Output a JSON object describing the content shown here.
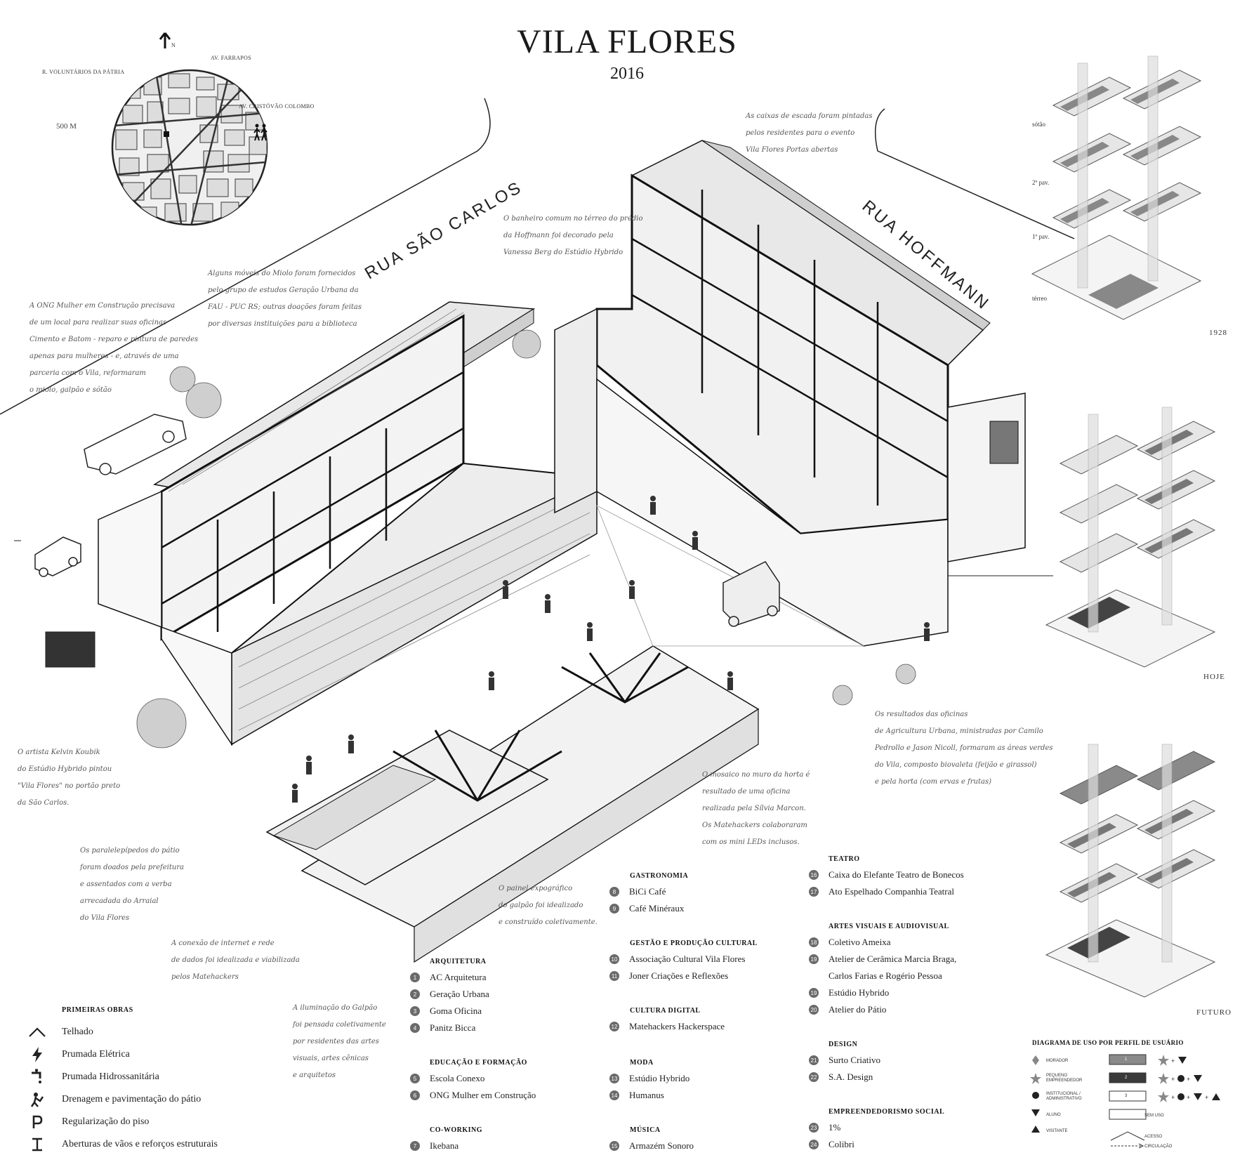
{
  "header": {
    "title": "VILA FLORES",
    "year": "2016"
  },
  "map": {
    "north": "N",
    "scale": "500 M",
    "labels": {
      "rua_voluntarios": "R. VOLUNTÁRIOS DA PÁTRIA",
      "av_farrapos": "AV. FARRAPOS",
      "av_cristovao": "AV. CRISTÓVÃO COLOMBO"
    }
  },
  "streets": {
    "sao_carlos": "RUA SÃO CARLOS",
    "hoffmann": "RUA HOFFMANN"
  },
  "notes": {
    "escada": "As caixas de escada foram pintadas\npelos residentes para o evento\nVila Flores Portas abertas",
    "banheiro": "O banheiro comum no térreo do prédio\nda Hoffmann foi decorado pela\nVanessa Berg do Estúdio Hybrido",
    "moveis": "Alguns móveis do Miolo foram fornecidos\npelo grupo de estudos Geração Urbana da\nFAU - PUC RS; outras doações foram feitas\npor diversas instituições para a biblioteca",
    "ong": "A ONG Mulher em Construção precisava\nde um local para realizar suas oficinas\nCimento e Batom - reparo e pintura de paredes\napenas para mulheres - e, através de uma\nparceria com o Vila, reformaram\no miolo, galpão e sótão",
    "artista": "O artista Kelvin Koubik\ndo Estúdio Hybrido pintou\n\"Vila Flores\" no portão preto\nda São Carlos.",
    "paralelepipedos": "Os paralelepípedos do pátio\nforam doados pela prefeitura\ne assentados com a verba\narrecadada do Arraial\n do Vila Flores",
    "internet": "A conexão de internet e rede\nde dados foi idealizada e viabilizada\npelos Matehackers",
    "iluminacao": "A iluminação do Galpão\nfoi pensada coletivamente\npor residentes das artes\nvisuais, artes cênicas\ne arquitetos",
    "painel": "O painel expográfico\ndo galpão foi idealizado\ne construído coletivamente.",
    "mosaico": "O mosaico no muro da horta é\nresultado de uma oficina\nrealizada pela Sílvia Marcon.\nOs Matehackers colaboraram\ncom os mini LEDs inclusos.",
    "agricultura": "Os resultados das oficinas\nde Agricultura Urbana, ministradas por Camilo\nPedrollo e Jason Nicoll, formaram as áreas verdes\ndo Vila, composto  biovaleta (feijão e girassol)\ne pela horta (com ervas e frutas)"
  },
  "stacks": {
    "floors": [
      "sótão",
      "2º pav.",
      "1º pav.",
      "térreo"
    ],
    "eras": [
      "1928",
      "HOJE",
      "FUTURO"
    ]
  },
  "primeiras_obras": {
    "title": "PRIMEIRAS OBRAS",
    "items": [
      {
        "icon": "roof-icon",
        "label": "Telhado"
      },
      {
        "icon": "lightning-icon",
        "label": "Prumada Elétrica"
      },
      {
        "icon": "faucet-icon",
        "label": "Prumada Hidrossanitária"
      },
      {
        "icon": "worker-icon",
        "label": "Drenagem e pavimentação do pátio"
      },
      {
        "icon": "letter-p-icon",
        "label": "Regularização do piso"
      },
      {
        "icon": "beam-icon",
        "label": "Aberturas de vãos e reforços estruturais"
      }
    ]
  },
  "categories": [
    {
      "title": "ARQUITETURA",
      "items": [
        {
          "n": "1",
          "label": "AC Arquitetura"
        },
        {
          "n": "2",
          "label": "Geração Urbana"
        },
        {
          "n": "3",
          "label": "Goma Oficina"
        },
        {
          "n": "4",
          "label": "Panitz Bicca"
        }
      ]
    },
    {
      "title": "EDUCAÇÃO E FORMAÇÃO",
      "items": [
        {
          "n": "5",
          "label": "Escola Conexo"
        },
        {
          "n": "6",
          "label": "ONG Mulher em Construção"
        }
      ]
    },
    {
      "title": "CO-WORKING",
      "items": [
        {
          "n": "7",
          "label": "Ikebana"
        }
      ]
    },
    {
      "title": "GASTRONOMIA",
      "items": [
        {
          "n": "8",
          "label": "BiCi Café"
        },
        {
          "n": "9",
          "label": "Café Minéraux"
        }
      ]
    },
    {
      "title": "GESTÃO E PRODUÇÃO CULTURAL",
      "items": [
        {
          "n": "10",
          "label": "Associação Cultural Vila Flores"
        },
        {
          "n": "11",
          "label": "Joner Criações e Reflexões"
        }
      ]
    },
    {
      "title": "CULTURA DIGITAL",
      "items": [
        {
          "n": "12",
          "label": "Matehackers Hackerspace"
        }
      ]
    },
    {
      "title": "MODA",
      "items": [
        {
          "n": "13",
          "label": "Estúdio Hybrido"
        },
        {
          "n": "14",
          "label": "Humanus"
        }
      ]
    },
    {
      "title": "MÚSICA",
      "items": [
        {
          "n": "15",
          "label": "Armazém Sonoro"
        }
      ]
    },
    {
      "title": "TEATRO",
      "items": [
        {
          "n": "16",
          "label": "Caixa do Elefante Teatro de Bonecos"
        },
        {
          "n": "17",
          "label": "Ato Espelhado Companhia Teatral"
        }
      ]
    },
    {
      "title": "ARTES VISUAIS E AUDIOVISUAL",
      "items": [
        {
          "n": "18",
          "label": "Coletivo Ameixa"
        },
        {
          "n": "19",
          "label": "Atelier de Cerâmica Marcia Braga,"
        },
        {
          "n": "",
          "label": "Carlos Farias e Rogério Pessoa"
        },
        {
          "n": "19",
          "label": "Estúdio Hybrido"
        },
        {
          "n": "20",
          "label": "Atelier do Pátio"
        }
      ]
    },
    {
      "title": "DESIGN",
      "items": [
        {
          "n": "21",
          "label": "Surto Criativo"
        },
        {
          "n": "22",
          "label": "S.A. Design"
        }
      ]
    },
    {
      "title": "EMPREENDEDORISMO SOCIAL",
      "items": [
        {
          "n": "23",
          "label": "1%"
        },
        {
          "n": "24",
          "label": "Colibri"
        }
      ]
    }
  ],
  "legend": {
    "title": "DIAGRAMA DE USO POR PERFIL DE USUÁRIO",
    "users": [
      "MORADOR",
      "PEQUENO EMPREENDEDOR",
      "INSTITUCIONAL / ADMINISTRATIVO",
      "ALUNO",
      "VISITANTE"
    ],
    "boxes": [
      "1",
      "2",
      "3",
      "SEM USO"
    ],
    "access": "ACESSO",
    "circulation": "CIRCULAÇÃO"
  },
  "colors": {
    "ink": "#1a1a1a",
    "grey": "#6a6a6a",
    "light": "#d9d9d9",
    "dark": "#3a3a3a"
  }
}
